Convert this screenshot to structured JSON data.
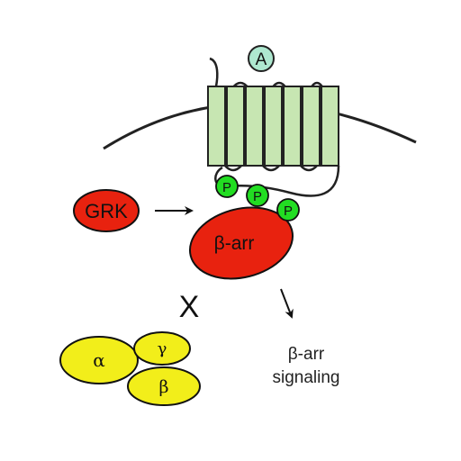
{
  "diagram": {
    "ligand_label": "A",
    "grk_label": "GRK",
    "barr_label": "β-arr",
    "phospho_label": "P",
    "block_mark": "X",
    "g_protein": {
      "alpha": "α",
      "gamma": "γ",
      "beta": "β"
    },
    "signaling": {
      "line1": "β-arr",
      "line2": "signaling"
    },
    "colors": {
      "membrane": "#222222",
      "receptor_fill": "#c7e6b2",
      "ligand_fill": "#aee8d0",
      "phospho_fill": "#22dd22",
      "grk_fill": "#e8220f",
      "barr_fill": "#e8220f",
      "g_protein_fill": "#f2ee1a"
    }
  }
}
